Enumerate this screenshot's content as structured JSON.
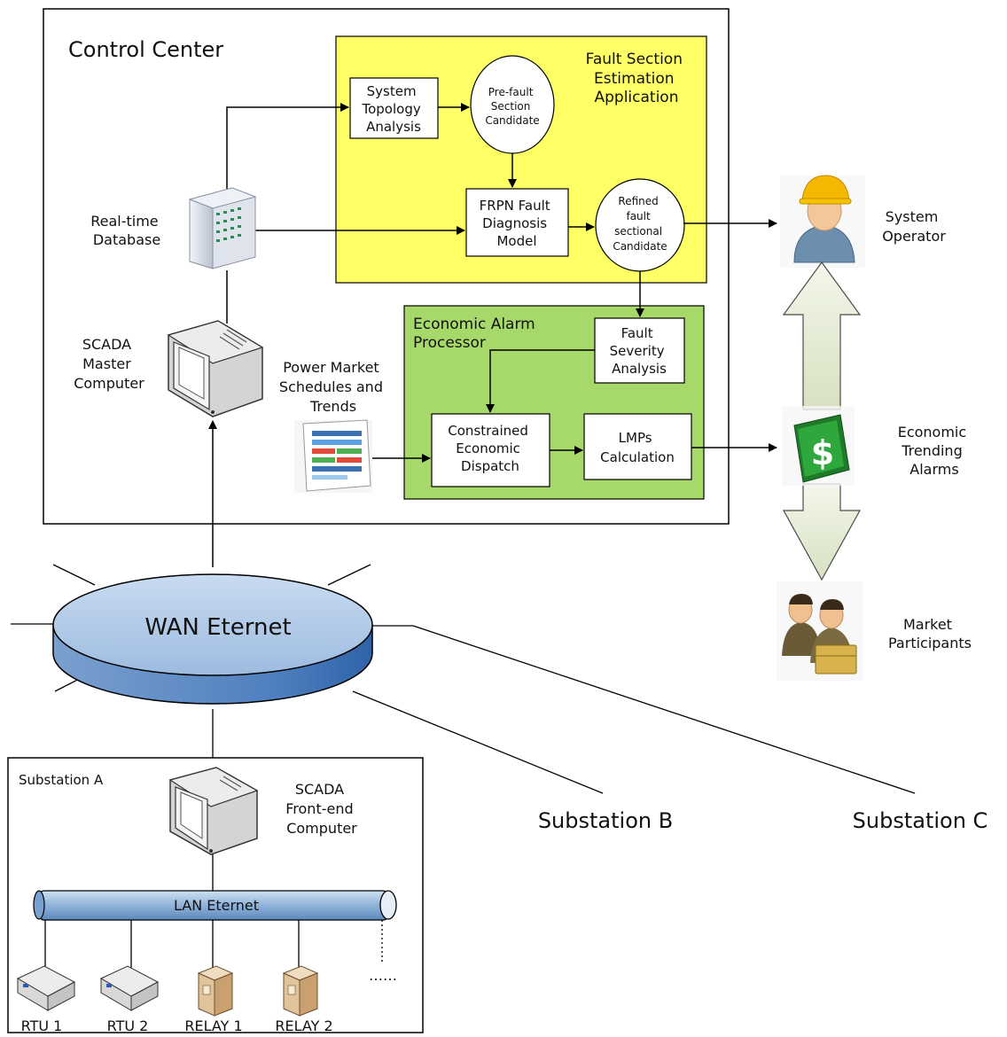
{
  "control_center": {
    "title": "Control Center",
    "fault_app": {
      "title": [
        "Fault Section",
        "Estimation",
        "Application"
      ],
      "topology": [
        "System",
        "Topology",
        "Analysis"
      ],
      "prefault": [
        "Pre-fault",
        "Section",
        "Candidate"
      ],
      "frpn": [
        "FRPN Fault",
        "Diagnosis",
        "Model"
      ],
      "refined": [
        "Refined",
        "fault",
        "sectional",
        "Candidate"
      ]
    },
    "econ": {
      "title": [
        "Economic Alarm",
        "Processor"
      ],
      "severity": [
        "Fault",
        "Severity",
        "Analysis"
      ],
      "dispatch": [
        "Constrained",
        "Economic",
        "Dispatch"
      ],
      "lmp": [
        "LMPs",
        "Calculation"
      ]
    },
    "database": [
      "Real-time",
      "Database"
    ],
    "scada_master": [
      "SCADA",
      "Master",
      "Computer"
    ],
    "market_schedules": [
      "Power Market",
      "Schedules and",
      "Trends"
    ]
  },
  "right": {
    "operator": [
      "System",
      "Operator"
    ],
    "alarms": [
      "Economic",
      "Trending",
      "Alarms"
    ],
    "participants": [
      "Market",
      "Participants"
    ]
  },
  "wan": {
    "label": "WAN Eternet"
  },
  "substations": {
    "b": "Substation B",
    "c": "Substation C",
    "a": {
      "title": "Substation A",
      "frontend": [
        "SCADA",
        "Front-end",
        "Computer"
      ],
      "lan": "LAN Eternet",
      "devices": [
        "RTU 1",
        "RTU 2",
        "RELAY 1",
        "RELAY 2"
      ],
      "ellipsis": "……"
    }
  },
  "colors": {
    "fault_app_fill": "#ffff66",
    "econ_fill": "#a6d96a",
    "wan_fill": "#a9c4e4",
    "lan_fill": "#8fb3d9"
  }
}
